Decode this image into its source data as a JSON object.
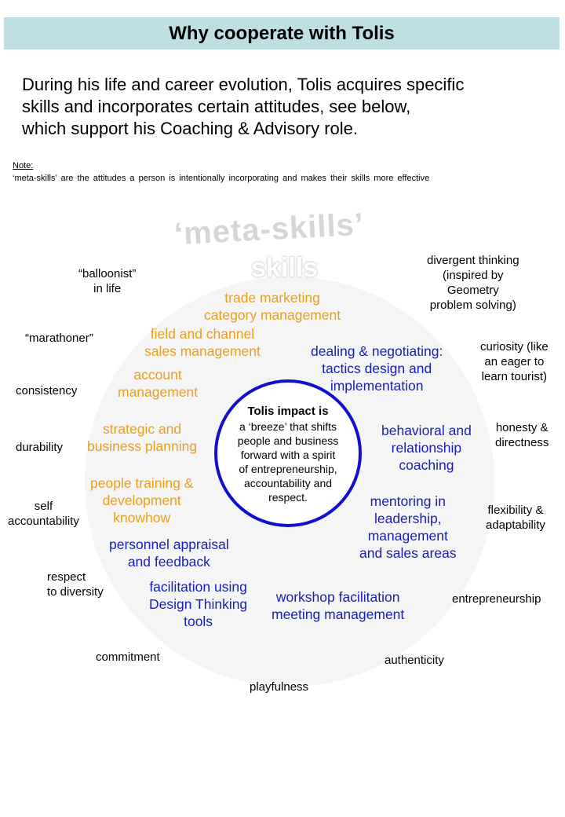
{
  "header": {
    "title": "Why cooperate with Tolis"
  },
  "intro": {
    "lines": [
      "During his life and career evolution, Tolis acquires specific",
      "skills and incorporates certain attitudes, see below,",
      "which support his Coaching & Advisory role."
    ]
  },
  "note": {
    "title": "Note:",
    "text": "‘meta-skills’ are the attitudes a person is intentionally incorporating and makes their skills more effective"
  },
  "diagram": {
    "meta_title": "‘meta-skills’",
    "skills_title": "skills",
    "impact": {
      "title": "Tolis impact is",
      "lines": [
        "a ‘breeze’ that shifts",
        "people and business",
        "forward with a spirit",
        "of entrepreneurship,",
        "accountability and",
        "respect."
      ]
    },
    "skills": [
      {
        "lines": [
          "trade marketing",
          "category management"
        ]
      },
      {
        "lines": [
          "field and channel",
          "sales management"
        ]
      },
      {
        "lines": [
          "account",
          "management"
        ]
      },
      {
        "lines": [
          "strategic and",
          "business planning"
        ]
      },
      {
        "lines": [
          "people training &",
          "development",
          "knowhow"
        ]
      },
      {
        "lines": [
          "dealing & negotiating:",
          "tactics design and",
          "implementation"
        ]
      },
      {
        "lines": [
          "behavioral and",
          "relationship",
          "coaching"
        ]
      },
      {
        "lines": [
          "mentoring in",
          "leadership,",
          "management",
          "and sales areas"
        ]
      },
      {
        "lines": [
          "personnel appraisal",
          "and feedback"
        ]
      },
      {
        "lines": [
          "facilitation using",
          "Design Thinking",
          "tools"
        ]
      },
      {
        "lines": [
          "workshop facilitation",
          "meeting management"
        ]
      }
    ],
    "attitudes": [
      {
        "lines": [
          "“balloonist”",
          "in life"
        ]
      },
      {
        "lines": [
          "“marathoner”"
        ]
      },
      {
        "lines": [
          "consistency"
        ]
      },
      {
        "lines": [
          "durability"
        ]
      },
      {
        "lines": [
          "self",
          "accountability"
        ]
      },
      {
        "lines": [
          "respect",
          "to diversity"
        ]
      },
      {
        "lines": [
          "commitment"
        ]
      },
      {
        "lines": [
          "playfulness"
        ]
      },
      {
        "lines": [
          "authenticity"
        ]
      },
      {
        "lines": [
          "entrepreneurship"
        ]
      },
      {
        "lines": [
          "flexibility &",
          "adaptability"
        ]
      },
      {
        "lines": [
          "honesty &",
          "directness"
        ]
      },
      {
        "lines": [
          "curiosity (like",
          "an eager to",
          "learn tourist)"
        ]
      },
      {
        "lines": [
          "divergent thinking",
          "(inspired by",
          "Geometry",
          "problem solving)"
        ]
      }
    ],
    "colors": {
      "skills_orange": "#e6a020",
      "skills_blue": "#1a20b4",
      "impact_border": "#1111cc",
      "header_bg": "#bddfe2"
    }
  }
}
